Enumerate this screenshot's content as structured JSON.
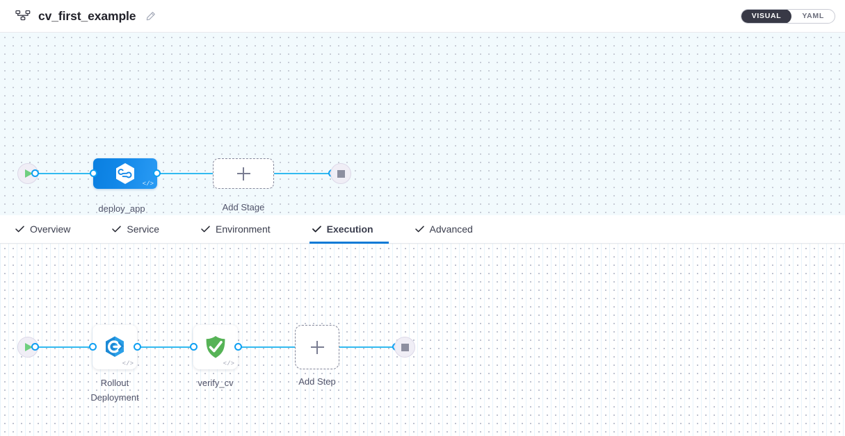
{
  "header": {
    "pipeline_icon": "pipeline-nodes-icon",
    "title": "cv_first_example",
    "edit_icon": "pencil-edit-icon",
    "view_toggle": {
      "options": [
        {
          "label": "VISUAL",
          "active": true
        },
        {
          "label": "YAML",
          "active": false
        }
      ]
    }
  },
  "stage_canvas": {
    "start_node": {
      "icon": "play-icon",
      "name": "pipeline-start"
    },
    "end_node": {
      "icon": "stop-icon",
      "name": "pipeline-end"
    },
    "nodes": [
      {
        "label": "deploy_app",
        "icon": "harness-hexagon-icon",
        "type": "stage",
        "code_badge": "</>"
      },
      {
        "label": "Add Stage",
        "icon": "plus-icon",
        "type": "add"
      }
    ]
  },
  "tabs": [
    {
      "label": "Overview",
      "checked": true,
      "active": false
    },
    {
      "label": "Service",
      "checked": true,
      "active": false
    },
    {
      "label": "Environment",
      "checked": true,
      "active": false
    },
    {
      "label": "Execution",
      "checked": true,
      "active": true
    },
    {
      "label": "Advanced",
      "checked": true,
      "active": false
    }
  ],
  "step_canvas": {
    "start_node": {
      "icon": "play-icon",
      "name": "execution-start"
    },
    "end_node": {
      "icon": "stop-icon",
      "name": "execution-end"
    },
    "nodes": [
      {
        "label_line1": "Rollout",
        "label_line2": "Deployment",
        "icon": "k8s-rollout-icon",
        "type": "step",
        "code_badge": "</>"
      },
      {
        "label_line1": "verify_cv",
        "label_line2": "",
        "icon": "green-shield-check-icon",
        "type": "step",
        "code_badge": "</>"
      },
      {
        "label_line1": "Add Step",
        "label_line2": "",
        "icon": "plus-icon",
        "type": "add"
      }
    ]
  },
  "colors": {
    "accent_blue": "#0b7ad6",
    "connector_blue": "#32baf0",
    "stage_blue": "#1187e8",
    "verify_green": "#56b356",
    "toggle_dark": "#383946"
  }
}
